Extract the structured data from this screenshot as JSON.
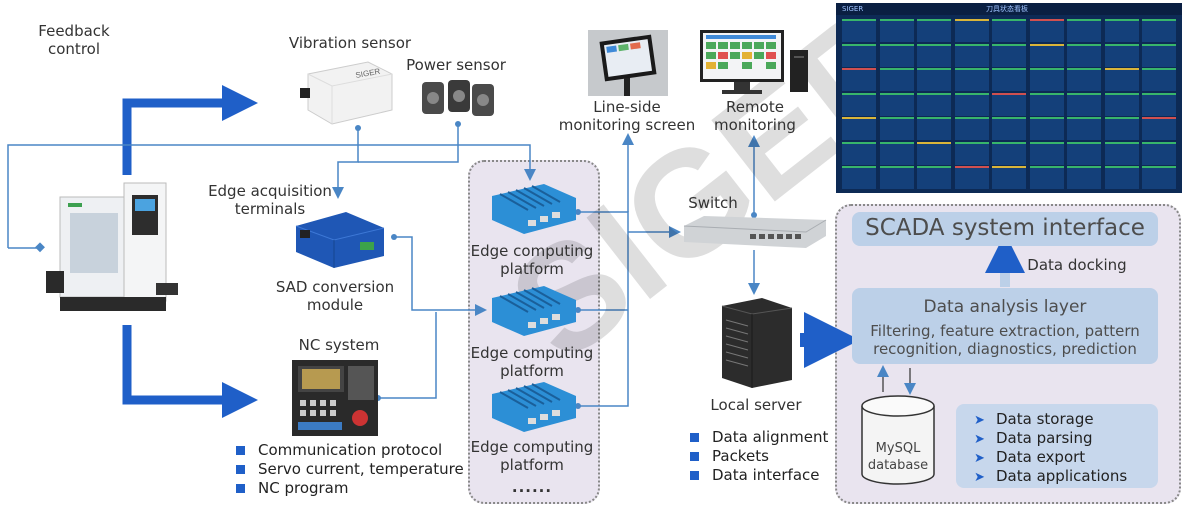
{
  "labels": {
    "feedback_control": "Feedback\ncontrol",
    "vibration_sensor": "Vibration sensor",
    "power_sensor": "Power sensor",
    "line_side_screen": "Line-side\nmonitoring screen",
    "remote_monitoring": "Remote\nmonitoring",
    "edge_acquisition": "Edge acquisition\nterminals",
    "sad_module": "SAD conversion\nmodule",
    "nc_system": "NC system",
    "edge_platform_1": "Edge computing\nplatform",
    "edge_platform_2": "Edge computing\nplatform",
    "edge_platform_3": "Edge computing\nplatform",
    "ellipsis": "......",
    "switch": "Switch",
    "local_server": "Local server",
    "scada": "SCADA system interface",
    "data_docking": "Data docking",
    "analysis_title": "Data analysis layer",
    "analysis_body": "Filtering, feature extraction, pattern\nrecognition, diagnostics, prediction",
    "mysql": "MySQL\ndatabase",
    "vibration_brand": "SIGER",
    "dashboard_brand": "SIGER",
    "dashboard_title": "刀具状态看板",
    "watermark": "SIGER"
  },
  "nc_bullets": [
    "Communication protocol",
    "Servo current, temperature",
    "NC program"
  ],
  "server_bullets": [
    "Data alignment",
    "Packets",
    "Data interface"
  ],
  "storage_bullets": [
    "Data storage",
    "Data parsing",
    "Data export",
    "Data applications"
  ],
  "colors": {
    "accent_blue": "#1f5fc8",
    "line_blue": "#4a86c5",
    "panel_fill": "#e9e4ef",
    "block_fill": "#bcd0e8",
    "dashboard_bg": "#0d2a55"
  },
  "icons": [
    "cnc-machine-icon",
    "vibration-sensor-icon",
    "power-sensor-icon",
    "monitor-icon",
    "desktop-computer-icon",
    "edge-device-icon",
    "network-switch-icon",
    "server-tower-icon",
    "database-icon",
    "nc-panel-icon"
  ]
}
